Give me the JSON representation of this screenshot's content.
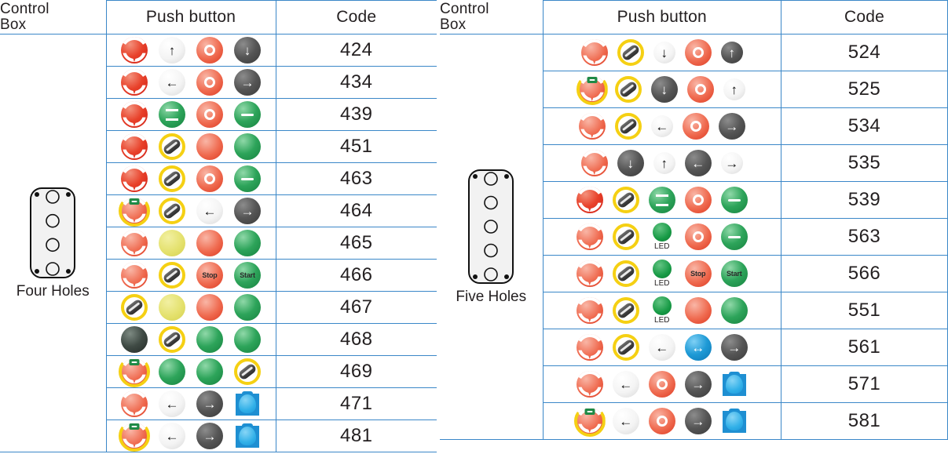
{
  "tables": [
    {
      "id": "four-holes-table",
      "headers": {
        "control_box": "Control\nBox",
        "control_box_line1": "Control",
        "control_box_line2": "Box",
        "push_button": "Push button",
        "code": "Code"
      },
      "box": {
        "label": "Four Holes",
        "holes": 4
      },
      "rows": [
        {
          "code": "424",
          "buttons": [
            {
              "type": "estop",
              "color": "red",
              "name": "emergency-stop-button"
            },
            {
              "type": "arrow",
              "color": "white",
              "glyph": "↑",
              "name": "arrow-up-button"
            },
            {
              "type": "oring",
              "color": "redpale",
              "name": "o-ring-button"
            },
            {
              "type": "arrow",
              "color": "grey",
              "glyph": "↓",
              "name": "arrow-down-button"
            }
          ]
        },
        {
          "code": "434",
          "buttons": [
            {
              "type": "estop",
              "color": "red",
              "name": "emergency-stop-button"
            },
            {
              "type": "arrow",
              "color": "white",
              "glyph": "←",
              "name": "arrow-left-button"
            },
            {
              "type": "oring",
              "color": "redpale",
              "name": "o-ring-button"
            },
            {
              "type": "arrow",
              "color": "grey",
              "glyph": "→",
              "name": "arrow-right-button"
            }
          ]
        },
        {
          "code": "439",
          "buttons": [
            {
              "type": "estop",
              "color": "red",
              "name": "emergency-stop-button"
            },
            {
              "type": "eq",
              "color": "green",
              "name": "double-bar-button"
            },
            {
              "type": "oring",
              "color": "redpale",
              "name": "o-ring-button"
            },
            {
              "type": "bar",
              "color": "green",
              "name": "single-bar-button"
            }
          ]
        },
        {
          "code": "451",
          "buttons": [
            {
              "type": "estop",
              "color": "red",
              "name": "emergency-stop-button"
            },
            {
              "type": "selector",
              "name": "selector-switch"
            },
            {
              "type": "plain",
              "color": "redpale",
              "name": "red-push-button"
            },
            {
              "type": "plain",
              "color": "green",
              "name": "green-push-button"
            }
          ]
        },
        {
          "code": "463",
          "buttons": [
            {
              "type": "estop",
              "color": "red",
              "name": "emergency-stop-button"
            },
            {
              "type": "selector",
              "name": "selector-switch"
            },
            {
              "type": "oring",
              "color": "redpale",
              "name": "o-ring-button"
            },
            {
              "type": "bar",
              "color": "green",
              "name": "single-bar-button"
            }
          ]
        },
        {
          "code": "464",
          "buttons": [
            {
              "type": "estop-key",
              "color": "redpale",
              "name": "emergency-stop-key-button"
            },
            {
              "type": "selector",
              "name": "selector-switch"
            },
            {
              "type": "arrow",
              "color": "white",
              "glyph": "←",
              "name": "arrow-left-button"
            },
            {
              "type": "arrow",
              "color": "grey",
              "glyph": "→",
              "name": "arrow-right-button"
            }
          ]
        },
        {
          "code": "465",
          "buttons": [
            {
              "type": "estop",
              "color": "redpale",
              "name": "emergency-stop-button"
            },
            {
              "type": "plain",
              "color": "yellow",
              "name": "yellow-push-button"
            },
            {
              "type": "plain",
              "color": "redpale",
              "name": "red-push-button"
            },
            {
              "type": "plain",
              "color": "green",
              "name": "green-push-button"
            }
          ]
        },
        {
          "code": "466",
          "buttons": [
            {
              "type": "estop",
              "color": "redpale",
              "name": "emergency-stop-button"
            },
            {
              "type": "selector",
              "name": "selector-switch"
            },
            {
              "type": "text",
              "color": "redpale",
              "label": "Stop",
              "name": "stop-push-button"
            },
            {
              "type": "text",
              "color": "green",
              "label": "Start",
              "name": "start-push-button"
            }
          ]
        },
        {
          "code": "467",
          "buttons": [
            {
              "type": "selector",
              "name": "selector-switch"
            },
            {
              "type": "plain",
              "color": "yellow",
              "name": "yellow-push-button"
            },
            {
              "type": "plain",
              "color": "redpale",
              "name": "red-push-button"
            },
            {
              "type": "plain",
              "color": "green",
              "name": "green-push-button"
            }
          ]
        },
        {
          "code": "468",
          "buttons": [
            {
              "type": "plain",
              "color": "black",
              "name": "black-push-button"
            },
            {
              "type": "selector",
              "name": "selector-switch"
            },
            {
              "type": "plain",
              "color": "green",
              "name": "green-push-button"
            },
            {
              "type": "plain",
              "color": "green",
              "name": "green-push-button"
            }
          ]
        },
        {
          "code": "469",
          "buttons": [
            {
              "type": "estop-key",
              "color": "redpale",
              "name": "emergency-stop-key-button"
            },
            {
              "type": "plain",
              "color": "green",
              "name": "green-push-button"
            },
            {
              "type": "plain",
              "color": "green",
              "name": "green-push-button"
            },
            {
              "type": "selector",
              "name": "selector-switch"
            }
          ]
        },
        {
          "code": "471",
          "buttons": [
            {
              "type": "estop",
              "color": "redpale",
              "name": "emergency-stop-button"
            },
            {
              "type": "arrow",
              "color": "white",
              "glyph": "←",
              "name": "arrow-left-button"
            },
            {
              "type": "arrow",
              "color": "grey",
              "glyph": "→",
              "name": "arrow-right-button"
            },
            {
              "type": "bluebox",
              "name": "blue-pilot-lamp"
            }
          ]
        },
        {
          "code": "481",
          "buttons": [
            {
              "type": "estop-key",
              "color": "redpale",
              "name": "emergency-stop-key-button"
            },
            {
              "type": "arrow",
              "color": "white",
              "glyph": "←",
              "name": "arrow-left-button"
            },
            {
              "type": "arrow",
              "color": "grey",
              "glyph": "→",
              "name": "arrow-right-button"
            },
            {
              "type": "bluebox",
              "name": "blue-pilot-lamp"
            }
          ]
        }
      ]
    },
    {
      "id": "five-holes-table",
      "headers": {
        "control_box": "Control\nBox",
        "control_box_line1": "Control",
        "control_box_line2": "Box",
        "push_button": "Push button",
        "code": "Code"
      },
      "box": {
        "label": "Five Holes",
        "holes": 5
      },
      "rows": [
        {
          "code": "524",
          "buttons": [
            {
              "type": "estop",
              "color": "redpale",
              "name": "emergency-stop-button"
            },
            {
              "type": "selector",
              "name": "selector-switch"
            },
            {
              "type": "arrow",
              "color": "white",
              "glyph": "↓",
              "name": "arrow-down-button",
              "small": true
            },
            {
              "type": "oring",
              "color": "redpale",
              "name": "o-ring-button"
            },
            {
              "type": "arrow",
              "color": "grey",
              "glyph": "↑",
              "name": "arrow-up-button",
              "small": true
            }
          ]
        },
        {
          "code": "525",
          "buttons": [
            {
              "type": "estop-key",
              "color": "redpale",
              "name": "emergency-stop-key-button"
            },
            {
              "type": "selector",
              "name": "selector-switch"
            },
            {
              "type": "arrow",
              "color": "grey",
              "glyph": "↓",
              "name": "arrow-down-button"
            },
            {
              "type": "oring",
              "color": "redpale",
              "name": "o-ring-button"
            },
            {
              "type": "arrow",
              "color": "white",
              "glyph": "↑",
              "name": "arrow-up-button",
              "small": true
            }
          ]
        },
        {
          "code": "534",
          "buttons": [
            {
              "type": "estop",
              "color": "redpale",
              "name": "emergency-stop-button"
            },
            {
              "type": "selector",
              "name": "selector-switch"
            },
            {
              "type": "arrow",
              "color": "white",
              "glyph": "←",
              "name": "arrow-left-button",
              "small": true
            },
            {
              "type": "oring",
              "color": "redpale",
              "name": "o-ring-button"
            },
            {
              "type": "arrow",
              "color": "grey",
              "glyph": "→",
              "name": "arrow-right-button"
            }
          ]
        },
        {
          "code": "535",
          "buttons": [
            {
              "type": "estop",
              "color": "redpale",
              "name": "emergency-stop-button"
            },
            {
              "type": "arrow",
              "color": "grey",
              "glyph": "↓",
              "name": "arrow-down-button"
            },
            {
              "type": "arrow",
              "color": "white",
              "glyph": "↑",
              "name": "arrow-up-button",
              "small": true
            },
            {
              "type": "arrow",
              "color": "grey",
              "glyph": "←",
              "name": "arrow-left-button"
            },
            {
              "type": "arrow",
              "color": "white",
              "glyph": "→",
              "name": "arrow-right-button",
              "small": true
            }
          ]
        },
        {
          "code": "539",
          "buttons": [
            {
              "type": "estop",
              "color": "red",
              "name": "emergency-stop-button"
            },
            {
              "type": "selector",
              "name": "selector-switch"
            },
            {
              "type": "eq",
              "color": "green",
              "name": "double-bar-button"
            },
            {
              "type": "oring",
              "color": "redpale",
              "name": "o-ring-button"
            },
            {
              "type": "bar",
              "color": "green",
              "name": "single-bar-button"
            }
          ]
        },
        {
          "code": "563",
          "buttons": [
            {
              "type": "estop",
              "color": "redpale",
              "name": "emergency-stop-button"
            },
            {
              "type": "selector",
              "name": "selector-switch"
            },
            {
              "type": "led",
              "color": "greenled",
              "label": "LED",
              "name": "led-indicator"
            },
            {
              "type": "oring",
              "color": "redpale",
              "name": "o-ring-button"
            },
            {
              "type": "bar",
              "color": "green",
              "name": "single-bar-button"
            }
          ]
        },
        {
          "code": "566",
          "buttons": [
            {
              "type": "estop",
              "color": "redpale",
              "name": "emergency-stop-button"
            },
            {
              "type": "selector",
              "name": "selector-switch"
            },
            {
              "type": "led",
              "color": "greenled",
              "label": "LED",
              "name": "led-indicator"
            },
            {
              "type": "text",
              "color": "redpale",
              "label": "Stop",
              "name": "stop-push-button"
            },
            {
              "type": "text",
              "color": "green",
              "label": "Start",
              "name": "start-push-button"
            }
          ]
        },
        {
          "code": "551",
          "buttons": [
            {
              "type": "estop",
              "color": "redpale",
              "name": "emergency-stop-button"
            },
            {
              "type": "selector",
              "name": "selector-switch"
            },
            {
              "type": "led",
              "color": "greenled",
              "label": "LED",
              "name": "led-indicator"
            },
            {
              "type": "plain",
              "color": "redpale",
              "name": "red-push-button"
            },
            {
              "type": "plain",
              "color": "green",
              "name": "green-push-button"
            }
          ]
        },
        {
          "code": "561",
          "buttons": [
            {
              "type": "estop",
              "color": "redpale",
              "name": "emergency-stop-button"
            },
            {
              "type": "selector",
              "name": "selector-switch"
            },
            {
              "type": "arrow",
              "color": "white",
              "glyph": "←",
              "name": "arrow-left-button"
            },
            {
              "type": "arrow",
              "color": "blue",
              "glyph": "↔",
              "name": "arrow-left-right-button"
            },
            {
              "type": "arrow",
              "color": "grey",
              "glyph": "→",
              "name": "arrow-right-button"
            }
          ]
        },
        {
          "code": "571",
          "buttons": [
            {
              "type": "estop",
              "color": "redpale",
              "name": "emergency-stop-button"
            },
            {
              "type": "arrow",
              "color": "white",
              "glyph": "←",
              "name": "arrow-left-button"
            },
            {
              "type": "oring",
              "color": "redpale",
              "name": "o-ring-button"
            },
            {
              "type": "arrow",
              "color": "grey",
              "glyph": "→",
              "name": "arrow-right-button"
            },
            {
              "type": "bluebox",
              "name": "blue-pilot-lamp"
            }
          ]
        },
        {
          "code": "581",
          "buttons": [
            {
              "type": "estop-key",
              "color": "redpale",
              "name": "emergency-stop-key-button"
            },
            {
              "type": "arrow",
              "color": "white",
              "glyph": "←",
              "name": "arrow-left-button"
            },
            {
              "type": "oring",
              "color": "redpale",
              "name": "o-ring-button"
            },
            {
              "type": "arrow",
              "color": "grey",
              "glyph": "→",
              "name": "arrow-right-button"
            },
            {
              "type": "bluebox",
              "name": "blue-pilot-lamp"
            }
          ]
        }
      ]
    }
  ],
  "colors": {
    "border": "#3a87c8",
    "text": "#231f20",
    "red": "#e8412a",
    "green": "#2da45a",
    "yellow": "#f5d013",
    "blue": "#1e8fd2",
    "grey": "#555555"
  }
}
